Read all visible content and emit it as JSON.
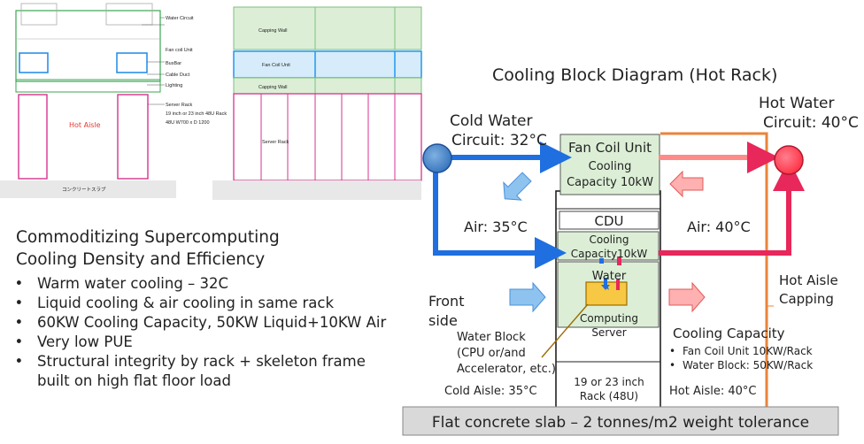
{
  "sketch": {
    "left": {
      "labels": [
        "Water Circuit",
        "Fan coil Unit",
        "BusBar",
        "Cable Duct",
        "Lighting",
        "Server Rack"
      ],
      "rack_spec": "19 inch or 23 inch 48U Rack",
      "rack_dims": "48U W700 x D 1200",
      "hot_aisle": "Hot Aisle",
      "slab": "コンクリートスラブ"
    },
    "right": {
      "capping_wall_top": "Capping Wall",
      "fan_coil": "Fan Coil Unit",
      "capping_wall_mid": "Capping Wall",
      "server_rack": "Server Rack"
    }
  },
  "diagram": {
    "title": "Cooling Block Diagram (Hot Rack)",
    "cold_water_1": "Cold Water",
    "cold_water_2": "Circuit: 32°C",
    "hot_water_1": "Hot Water",
    "hot_water_2": "Circuit: 40°C",
    "fcu_1": "Fan Coil Unit",
    "fcu_2": "Cooling",
    "fcu_3": "Capacity 10kW",
    "air_cold": "Air: 35°C",
    "air_hot": "Air: 40°C",
    "cdu": "CDU",
    "cdu_cap_1": "Cooling",
    "cdu_cap_2": "Capacity10kW",
    "water": "Water",
    "computing_1": "Computing",
    "computing_2": "Server",
    "front_1": "Front",
    "front_2": "side",
    "water_block_1": "Water Block",
    "water_block_2": "(CPU or/and",
    "water_block_3": "Accelerator, etc.)",
    "capping_1": "Hot Aisle",
    "capping_2": "Capping",
    "cc_title": "Cooling Capacity",
    "cc_1": "Fan Coil Unit 10KW/Rack",
    "cc_2": "Water Block: 50KW/Rack",
    "cold_aisle": "Cold Aisle: 35°C",
    "rack_1": "19 or 23 inch",
    "rack_2": "Rack (48U)",
    "hot_aisle": "Hot Aisle: 40°C",
    "slab": "Flat concrete slab – 2 tonnes/m2 weight tolerance"
  },
  "summary": {
    "heading_1": "Commoditizing Supercomputing",
    "heading_2": "Cooling Density and Efficiency",
    "bullets": [
      "Warm water cooling – 32C",
      "Liquid cooling & air cooling in same rack",
      "60KW Cooling Capacity, 50KW Liquid+10KW Air",
      "Very low PUE",
      "Structural integrity by rack + skeleton frame built on high flat floor load"
    ]
  },
  "colors": {
    "cold": "#1f6fe0",
    "hot": "#e8275a",
    "fcu_fill": "#dcefd6",
    "orange": "#e8843a",
    "magenta": "#d6338f"
  }
}
